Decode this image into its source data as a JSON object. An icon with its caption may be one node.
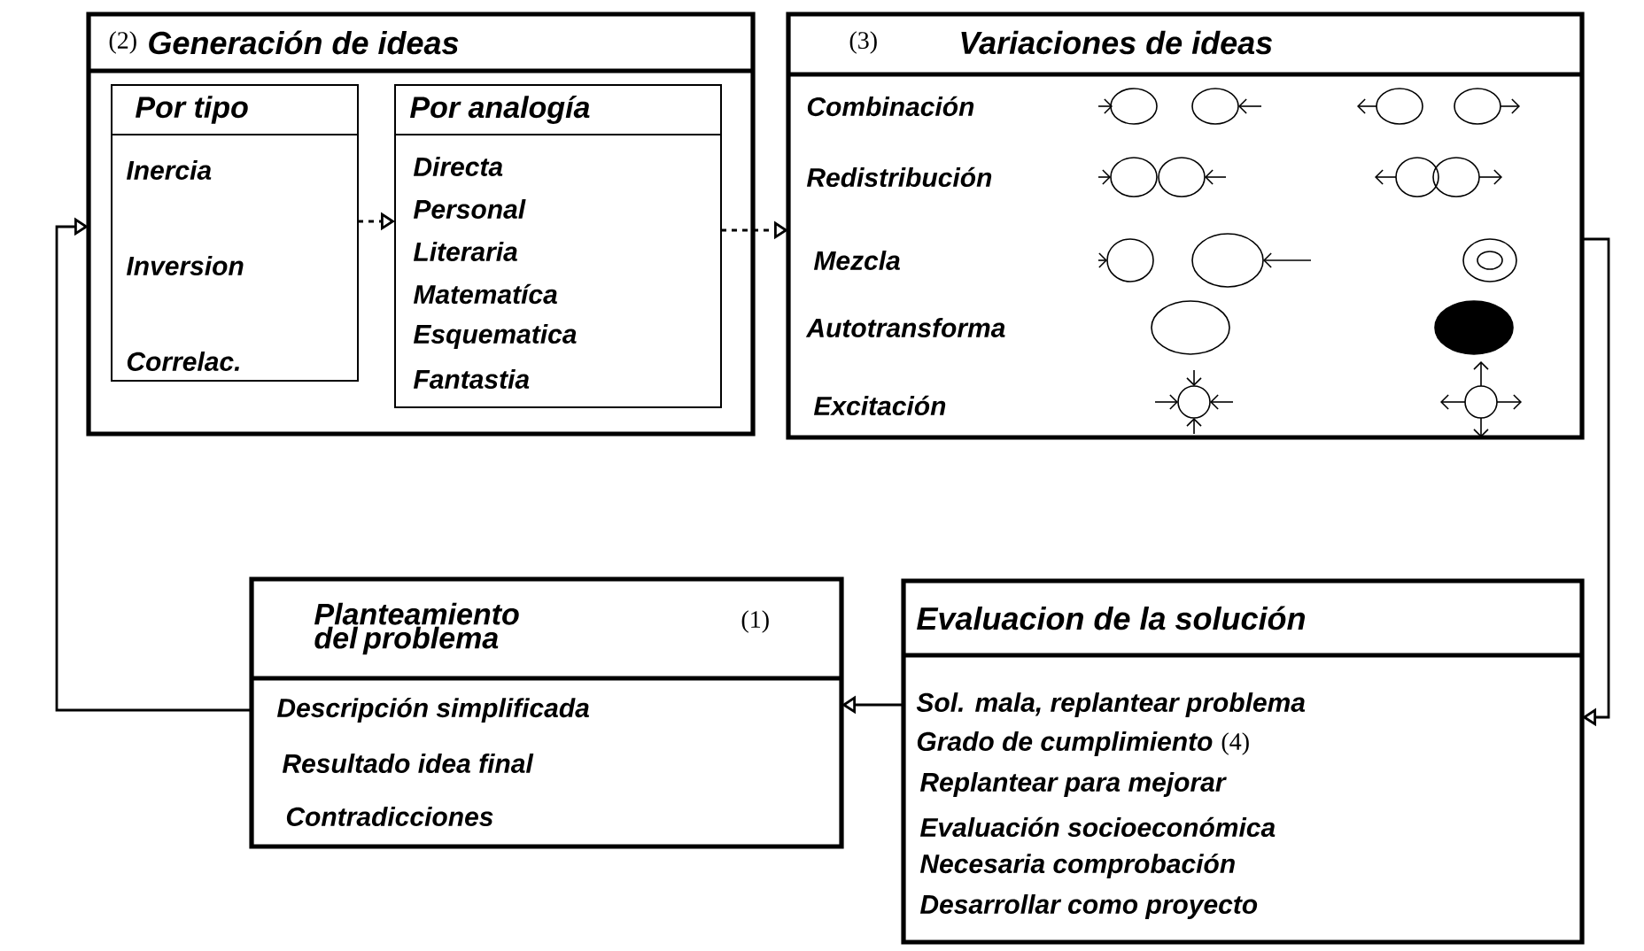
{
  "diagram": {
    "nodes": [
      {
        "text": [
          "(2)",
          "Generación de ideas"
        ]
      },
      {
        "text": [
          "Por tipo",
          "Inercia",
          "Inversion",
          "Correlac."
        ],
        "in": 0
      },
      {
        "text": [
          "Por analogía",
          "Directa",
          "Personal",
          "Literaria",
          "Matematíca",
          "Esquematica",
          "Fantastia"
        ],
        "in": 0
      },
      {
        "text": [
          "(3)",
          "Variaciones de ideas",
          "Combinación",
          "Redistribución",
          "Mezcla",
          "Autotransforma",
          "Excitación"
        ]
      },
      {
        "text": [
          "Planteamiento del problema",
          "(1)",
          "Descripción simplificada",
          "Resultado idea final",
          "Contradicciones"
        ]
      },
      {
        "text": [
          "Evaluacion de la solución",
          "Sol. mala, replantear problema",
          "Grado de cumplimiento",
          "(4)",
          "Replantear para mejorar",
          "Evaluación socioeconómica",
          "Necesaria comprobación",
          "Desarrollar como proyecto"
        ]
      }
    ],
    "edges": [
      {
        "from": 4,
        "to": 0,
        "arrow": "to"
      },
      {
        "from": 1,
        "to": 2,
        "arrow": "to",
        "style": "dashed"
      },
      {
        "from": 2,
        "to": 3,
        "arrow": "to",
        "style": "dashed"
      },
      {
        "from": 3,
        "to": 5,
        "arrow": "to"
      },
      {
        "from": 5,
        "to": 4,
        "arrow": "to"
      }
    ]
  }
}
